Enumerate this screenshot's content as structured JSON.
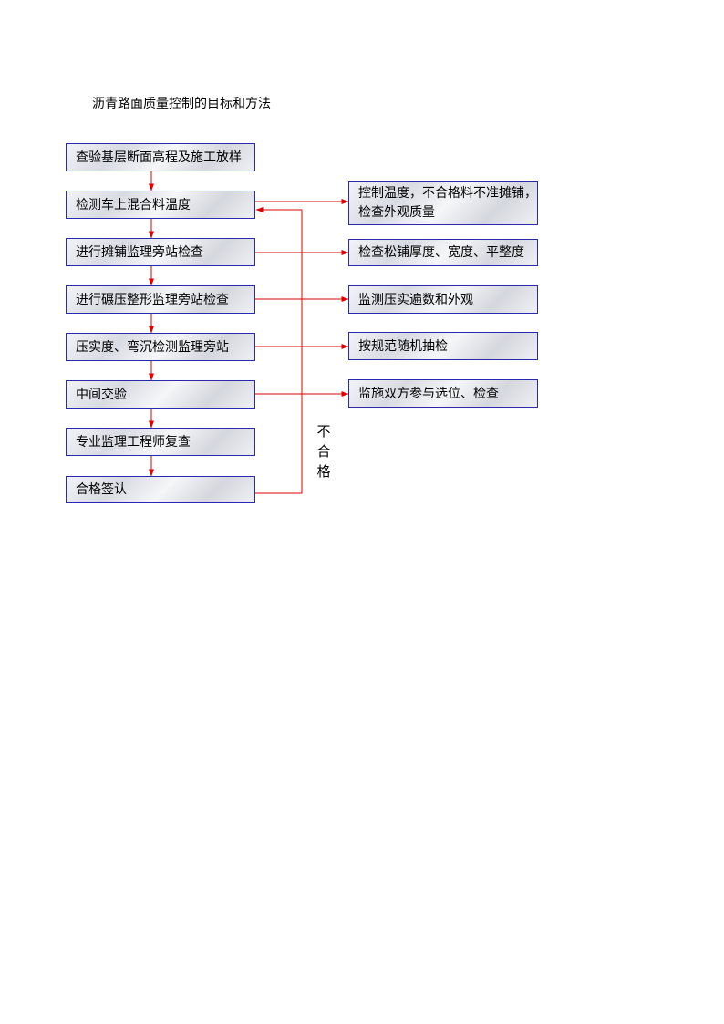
{
  "title": "沥青路面质量控制的目标和方法",
  "steps": [
    "查验基层断面高程及施工放样",
    "检测车上混合料温度",
    "进行摊铺监理旁站检查",
    "进行碾压整形监理旁站检查",
    "压实度、弯沉检测监理旁站",
    "中间交验",
    "专业监理工程师复查",
    "合格签认"
  ],
  "controls": [
    {
      "lines": [
        "控制温度，不合格料不准摊铺，",
        "检查外观质量"
      ]
    },
    {
      "lines": [
        "检查松铺厚度、宽度、平整度"
      ]
    },
    {
      "lines": [
        "监测压实遍数和外观"
      ]
    },
    {
      "lines": [
        "按规范随机抽检"
      ]
    },
    {
      "lines": [
        "监施双方参与选位、检查"
      ]
    }
  ],
  "reject_label": "不合格",
  "colors": {
    "arrow": "#dd0000",
    "box_border": "#2a2ab0"
  }
}
